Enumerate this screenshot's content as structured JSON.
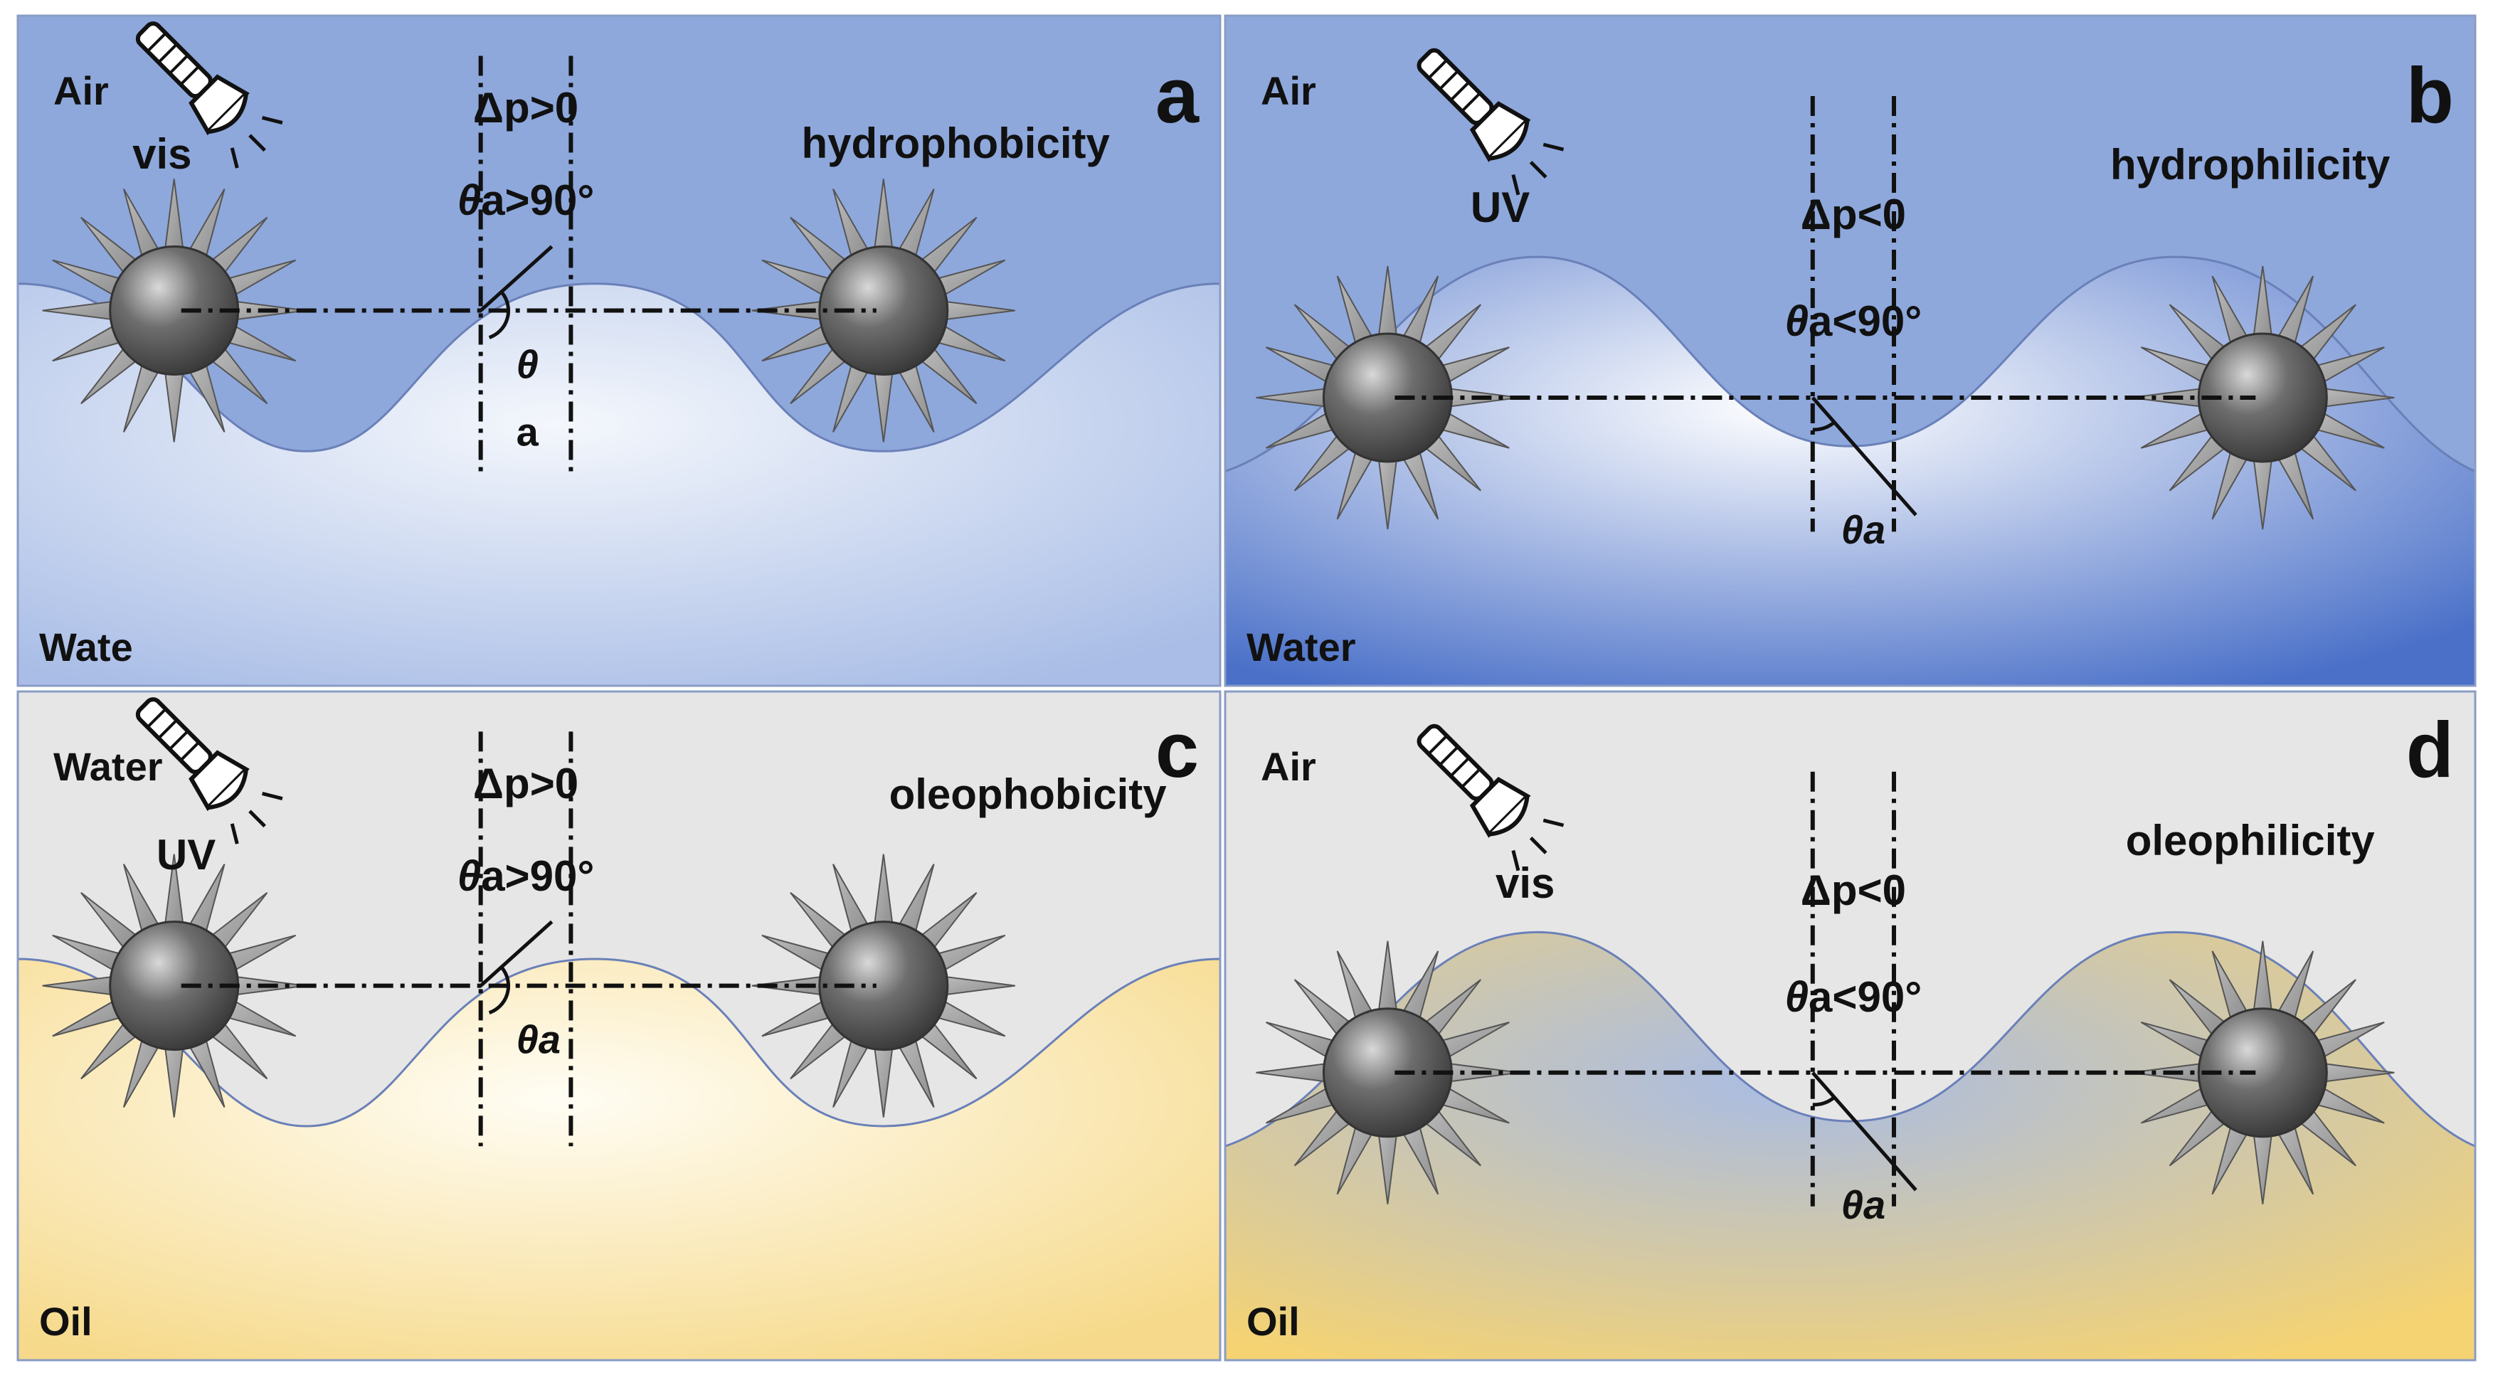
{
  "figure": {
    "panels": [
      {
        "id": "a",
        "letter": "a",
        "upper_medium": "Air",
        "lower_medium": "Wate",
        "light": "vis",
        "wettability": "hydrophobicity",
        "pressure": "Δp>0",
        "angle_condition": "a>90°",
        "angle_symbol": "θ",
        "angle_label": "θ",
        "angle_sub": "a",
        "interface": "up",
        "colors": {
          "upper": "#8ea8dc",
          "lower_center": "#f4f7fc",
          "lower_edge": "#a9bde6"
        }
      },
      {
        "id": "b",
        "letter": "b",
        "upper_medium": "Air",
        "lower_medium": "Water",
        "light": "UV",
        "wettability": "hydrophilicity",
        "pressure": "Δp<0",
        "angle_condition": "a<90°",
        "angle_symbol": "θ",
        "angle_label": "θa",
        "angle_sub": "",
        "interface": "down",
        "colors": {
          "upper": "#8ea8dc",
          "lower_center": "#ffffff",
          "lower_edge": "#4a70c8"
        }
      },
      {
        "id": "c",
        "letter": "c",
        "upper_medium": "Water",
        "lower_medium": "Oil",
        "light": "UV",
        "wettability": "oleophobicity",
        "pressure": "Δp>0",
        "angle_condition": "a>90°",
        "angle_symbol": "θ",
        "angle_label": "θa",
        "angle_sub": "",
        "interface": "up",
        "colors": {
          "upper": "#e6e6e6",
          "lower_center": "#fffdf4",
          "lower_edge": "#f6d98a"
        }
      },
      {
        "id": "d",
        "letter": "d",
        "upper_medium": "Air",
        "lower_medium": "Oil",
        "light": "vis",
        "wettability": "oleophilicity",
        "pressure": "Δp<0",
        "angle_condition": "a<90°",
        "angle_symbol": "θ",
        "angle_label": "θa",
        "angle_sub": "",
        "interface": "down",
        "colors": {
          "upper": "#e6e6e6",
          "lower_center": "#a9bce4",
          "lower_edge": "#f5d373"
        }
      }
    ],
    "icons": {
      "particle": "spiky-sphere-icon",
      "light_source": "flashlight-icon"
    },
    "colors": {
      "border": "#8a9cc4",
      "particle_body": "#6e6e6e",
      "particle_spike": "#8c8c8c",
      "guide_line": "#111111"
    }
  }
}
